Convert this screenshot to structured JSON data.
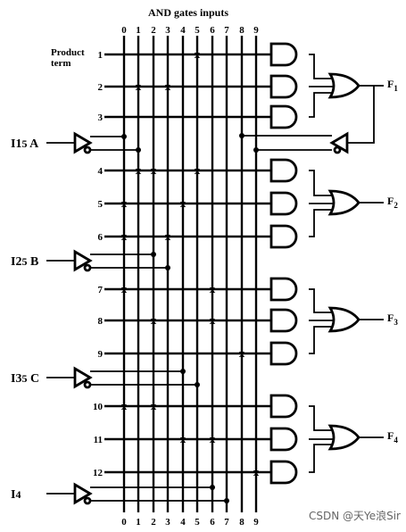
{
  "diagram": {
    "title": "AND gates inputs",
    "product_term_label": [
      "Product",
      "term"
    ],
    "column_numbers": [
      "0",
      "1",
      "2",
      "3",
      "4",
      "5",
      "6",
      "7",
      "8",
      "9"
    ],
    "rows": [
      {
        "label": "1",
        "x": [
          5
        ]
      },
      {
        "label": "2",
        "x": [
          1,
          3
        ]
      },
      {
        "label": "3",
        "x": []
      },
      {
        "label": "4",
        "x": [
          1,
          2,
          5
        ]
      },
      {
        "label": "5",
        "x": [
          0,
          4
        ]
      },
      {
        "label": "6",
        "x": [
          0,
          3
        ]
      },
      {
        "label": "7",
        "x": [
          0,
          6
        ]
      },
      {
        "label": "8",
        "x": [
          2,
          6
        ]
      },
      {
        "label": "9",
        "x": [
          8
        ]
      },
      {
        "label": "10",
        "x": [
          0,
          2
        ]
      },
      {
        "label": "11",
        "x": [
          4,
          6
        ]
      },
      {
        "label": "12",
        "x": [
          9
        ]
      }
    ],
    "inputs": [
      {
        "name": "I1",
        "label_main": "I1",
        "label_sub": "5",
        "label_tail": " A"
      },
      {
        "name": "I2",
        "label_main": "I2",
        "label_sub": "5",
        "label_tail": " B"
      },
      {
        "name": "I3",
        "label_main": "I3",
        "label_sub": "5",
        "label_tail": " C"
      },
      {
        "name": "I4",
        "label_main": "I",
        "label_sub": "4",
        "label_tail": ""
      }
    ],
    "outputs": [
      {
        "main": "F",
        "sub": "1"
      },
      {
        "main": "F",
        "sub": "2"
      },
      {
        "main": "F",
        "sub": "3"
      },
      {
        "main": "F",
        "sub": "4"
      }
    ],
    "watermark": "CSDN @天Ye浪Sir",
    "cross_mark": "x"
  }
}
